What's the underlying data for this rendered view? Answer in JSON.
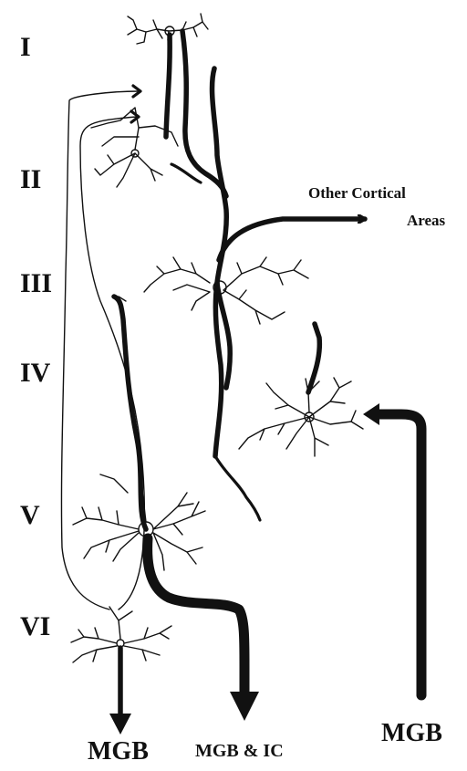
{
  "layers": [
    {
      "id": "I",
      "label": "I"
    },
    {
      "id": "II",
      "label": "II"
    },
    {
      "id": "III",
      "label": "III"
    },
    {
      "id": "IV",
      "label": "IV"
    },
    {
      "id": "V",
      "label": "V"
    },
    {
      "id": "VI",
      "label": "VI"
    }
  ],
  "outputs": {
    "other_cortical_line1": "Other Cortical",
    "other_cortical_line2": "Areas",
    "mgb_left": "MGB",
    "mgb_ic": "MGB & IC",
    "mgb_right": "MGB"
  }
}
